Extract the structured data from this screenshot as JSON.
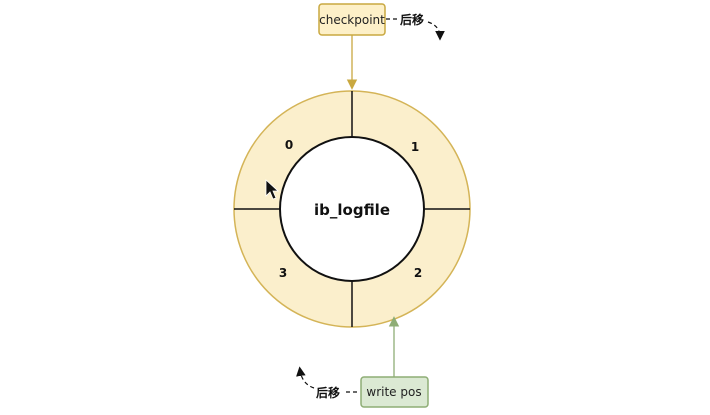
{
  "diagram": {
    "center_label": "ib_logfile",
    "segments": [
      "0",
      "1",
      "2",
      "3"
    ],
    "checkpoint": {
      "label": "checkpoint",
      "move_label": "后移",
      "fill": "#fdf0c8",
      "stroke": "#c9a840"
    },
    "write_pos": {
      "label": "write pos",
      "move_label": "后移",
      "fill": "#dbe9d3",
      "stroke": "#8ead75"
    },
    "ring": {
      "fill": "#fbefcc",
      "stroke": "#d4b457"
    }
  }
}
